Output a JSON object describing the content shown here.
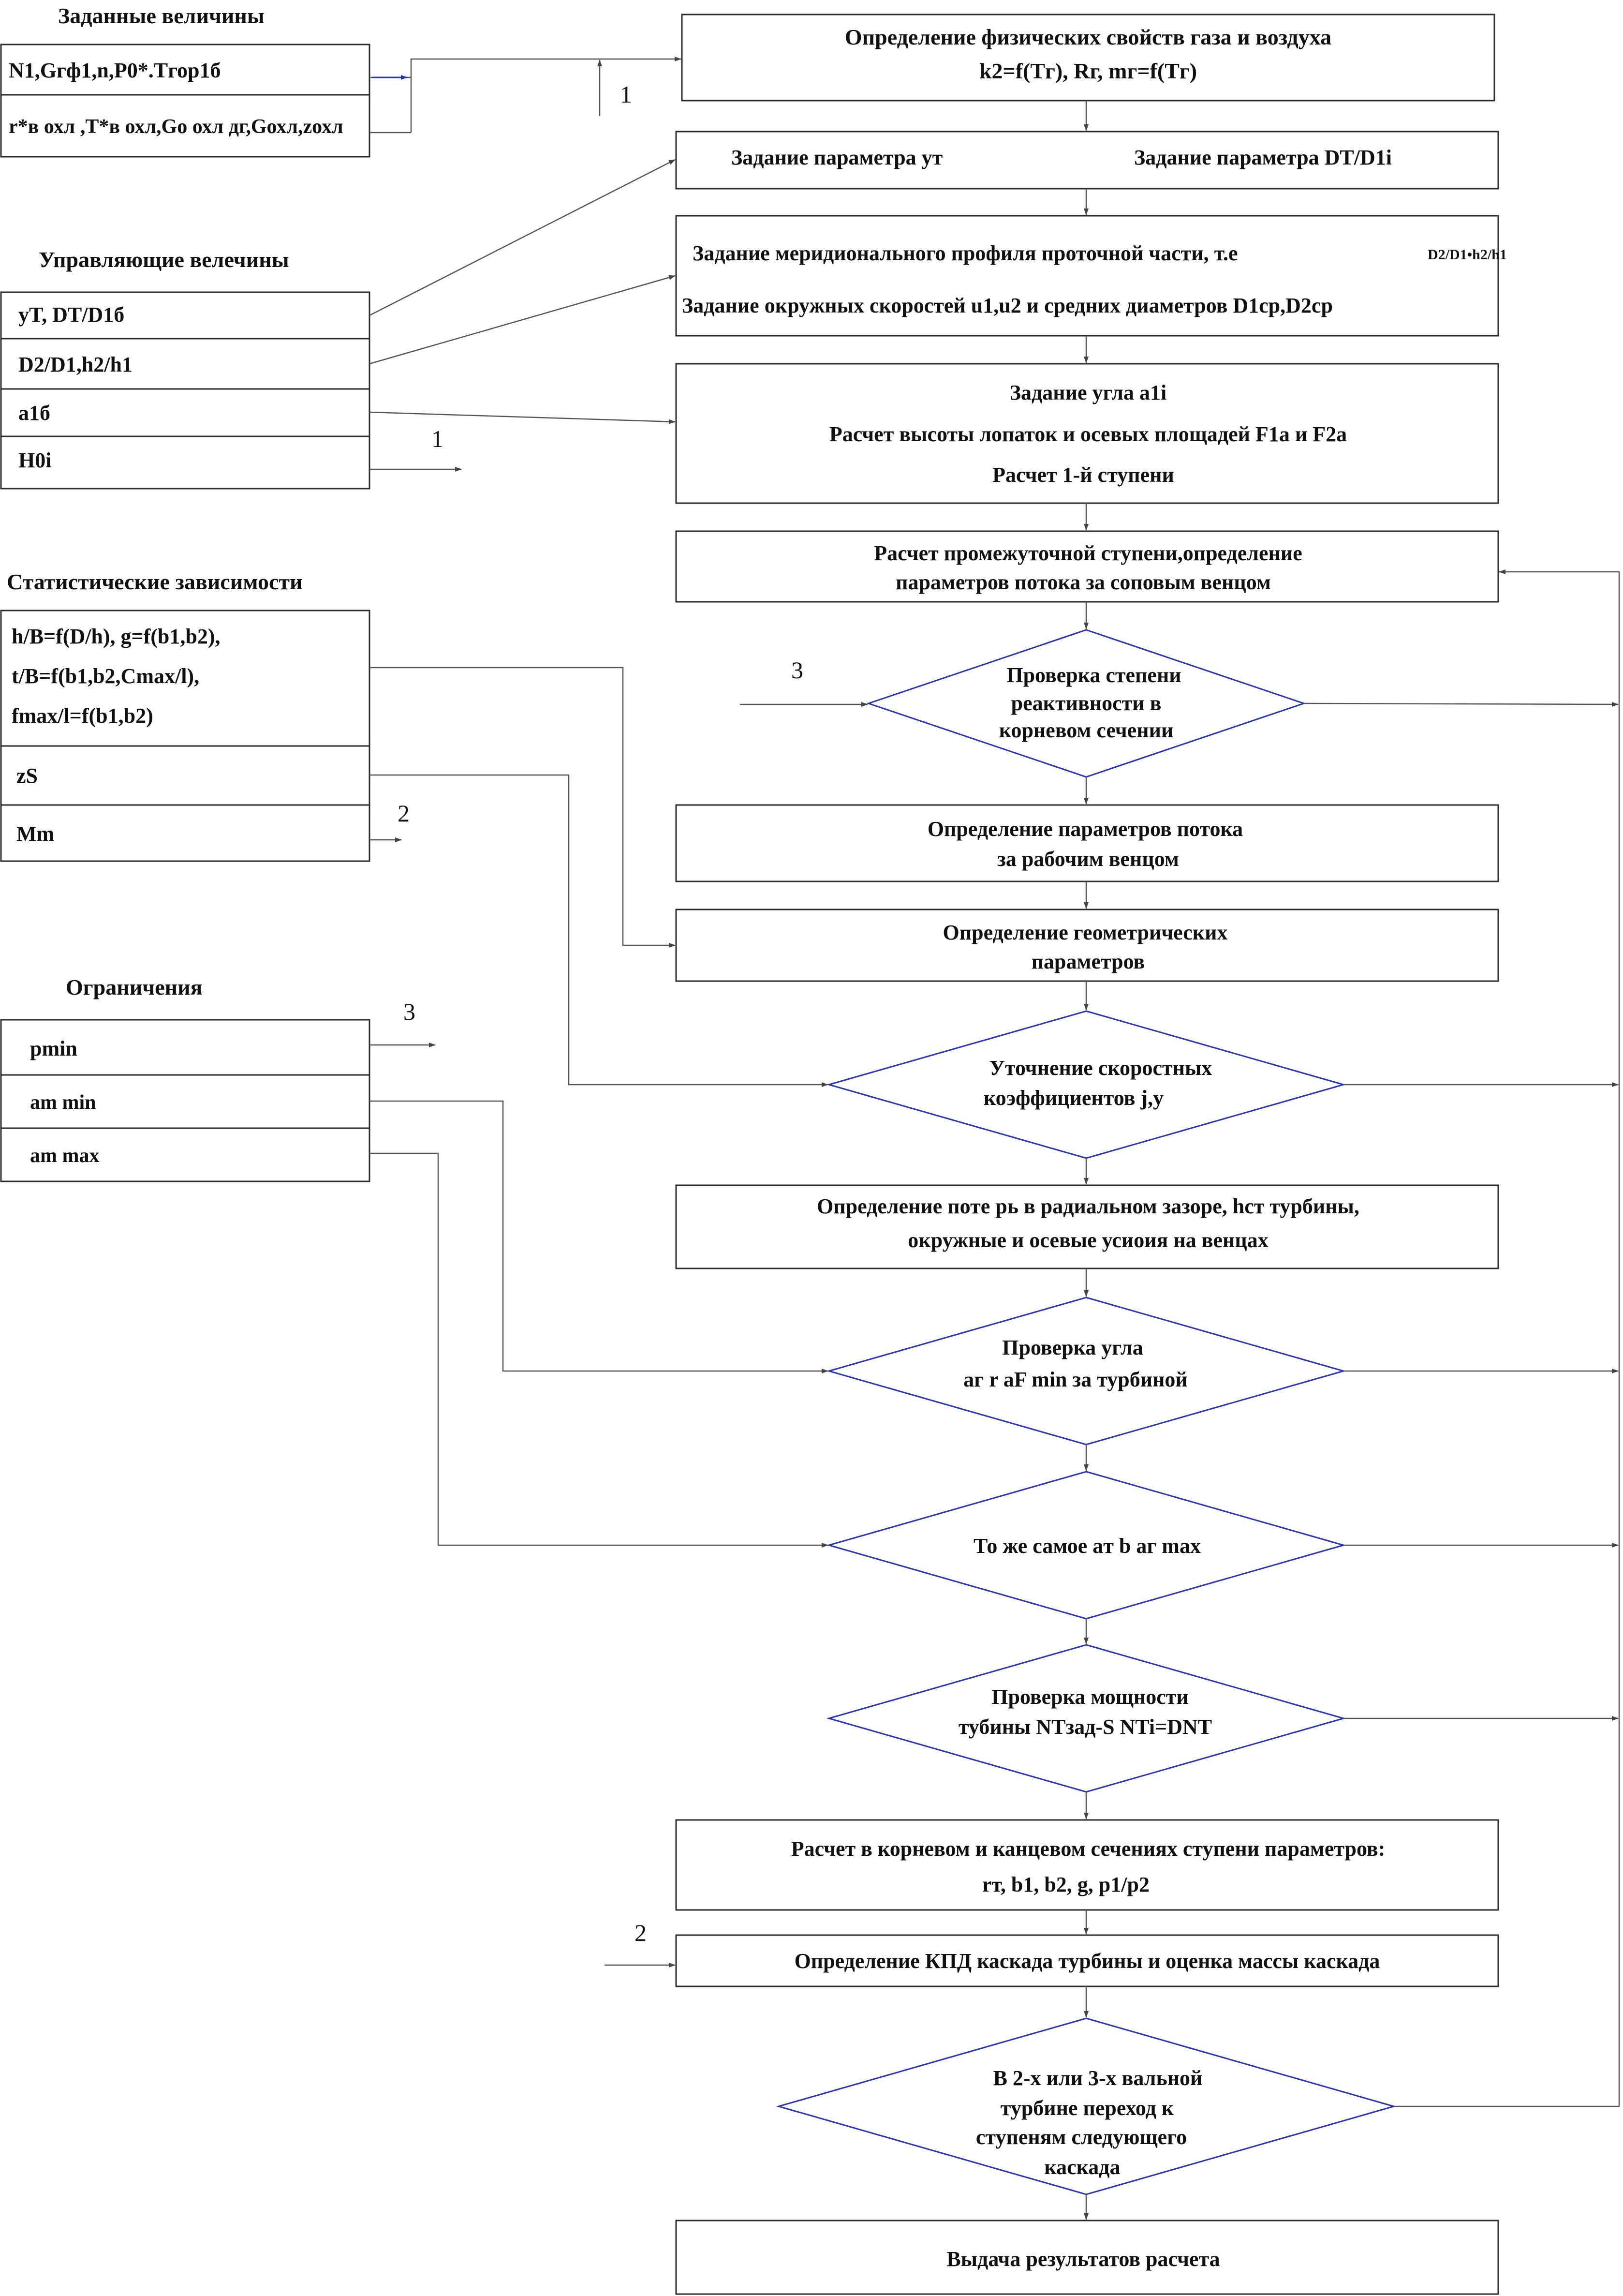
{
  "groups": {
    "given": {
      "title": "Заданные величины",
      "rows": [
        "N1,Gгф1,n,P0*.Tгор1б",
        "r*в охл ,T*в охл,Gо охл дг,Gохл,zохл"
      ]
    },
    "control": {
      "title": "Управляющие велечины",
      "rows": [
        "yT, DT/D1б",
        "D2/D1,h2/h1",
        "a1б",
        "H0i"
      ]
    },
    "stat": {
      "title": "Статистические зависимости",
      "rows": [
        "h/B=f(D/h), g=f(b1,b2),",
        "t/B=f(b1,b2,Cmax/l),",
        "fmax/l=f(b1,b2)",
        "zS",
        "Mm"
      ]
    },
    "limits": {
      "title": "Ограничения",
      "rows": [
        "pmin",
        "am min",
        "am max"
      ]
    }
  },
  "blocks": {
    "b1": {
      "l1": "Определение  физических  свойств  газа и воздуха",
      "l2": "k2=f(Tг), Rг, mг=f(Tг)"
    },
    "b2": {
      "l1": "Задание  параметра yт",
      "l2": "Задание  параметра DT/D1i"
    },
    "b3": {
      "l1": "Задание  меридионального  профиля проточной  части, т.е",
      "l1b": "D2/D1•h2/h1",
      "l2": "Задание окружных скоростей u1,u2 и средних диаметров D1ср,D2ср"
    },
    "b4": {
      "l1": "Задание  угла  a1i",
      "l2": "Расчет  высоты  лопаток  и  осевых  площадей F1a и  F2a",
      "l3": "Расчет  1-й  ступени"
    },
    "b5": {
      "l1": "Расчет  промежуточной  ступени,определение",
      "l2": "параметров  потока за  соповым  венцом"
    },
    "d1": {
      "l1": "Проверка  степени",
      "l2": "реактивности  в",
      "l3": "корневом сечении"
    },
    "b6": {
      "l1": "Определение  параметров  потока",
      "l2": "за  рабочим  венцом"
    },
    "b7": {
      "l1": "Определение  геометрических",
      "l2": "параметров"
    },
    "d2": {
      "l1": "Уточнение  скоростных",
      "l2": "коэффициентов j,y"
    },
    "b8": {
      "l1": "Определение  поте рь  в  радиальном  зазоре, hст  турбины,",
      "l2": "окружные  и  осевые  усиоия  на  венцах"
    },
    "d3": {
      "l1": "Проверка  угла",
      "l2": "aг r aF min  за  турбиной"
    },
    "d4": {
      "l1": "То же  самое  aт  b aг max"
    },
    "d5": {
      "l1": "Проверка  мощности",
      "l2": "тубины  NTзад-S NTi=DNT"
    },
    "b9": {
      "l1": "Расчет  в  корневом  и канцевом  сечениях  ступени  параметров:",
      "l2": "rт, b1, b2, g, p1/p2"
    },
    "b10": {
      "l1": "Определение  КПД каскада  турбины  и  оценка  массы  каскада"
    },
    "d6": {
      "l1": "В  2-х  или  3-х  вальной",
      "l2": "турбине  переход  к",
      "l3": "ступеням  следующего",
      "l4": "каскада"
    },
    "b11": {
      "l1": "Выдача  результатов  расчета"
    }
  },
  "markers": {
    "m1a": "1",
    "m1b": "1",
    "m2a": "2",
    "m2b": "2",
    "m3a": "3",
    "m3b": "3"
  }
}
